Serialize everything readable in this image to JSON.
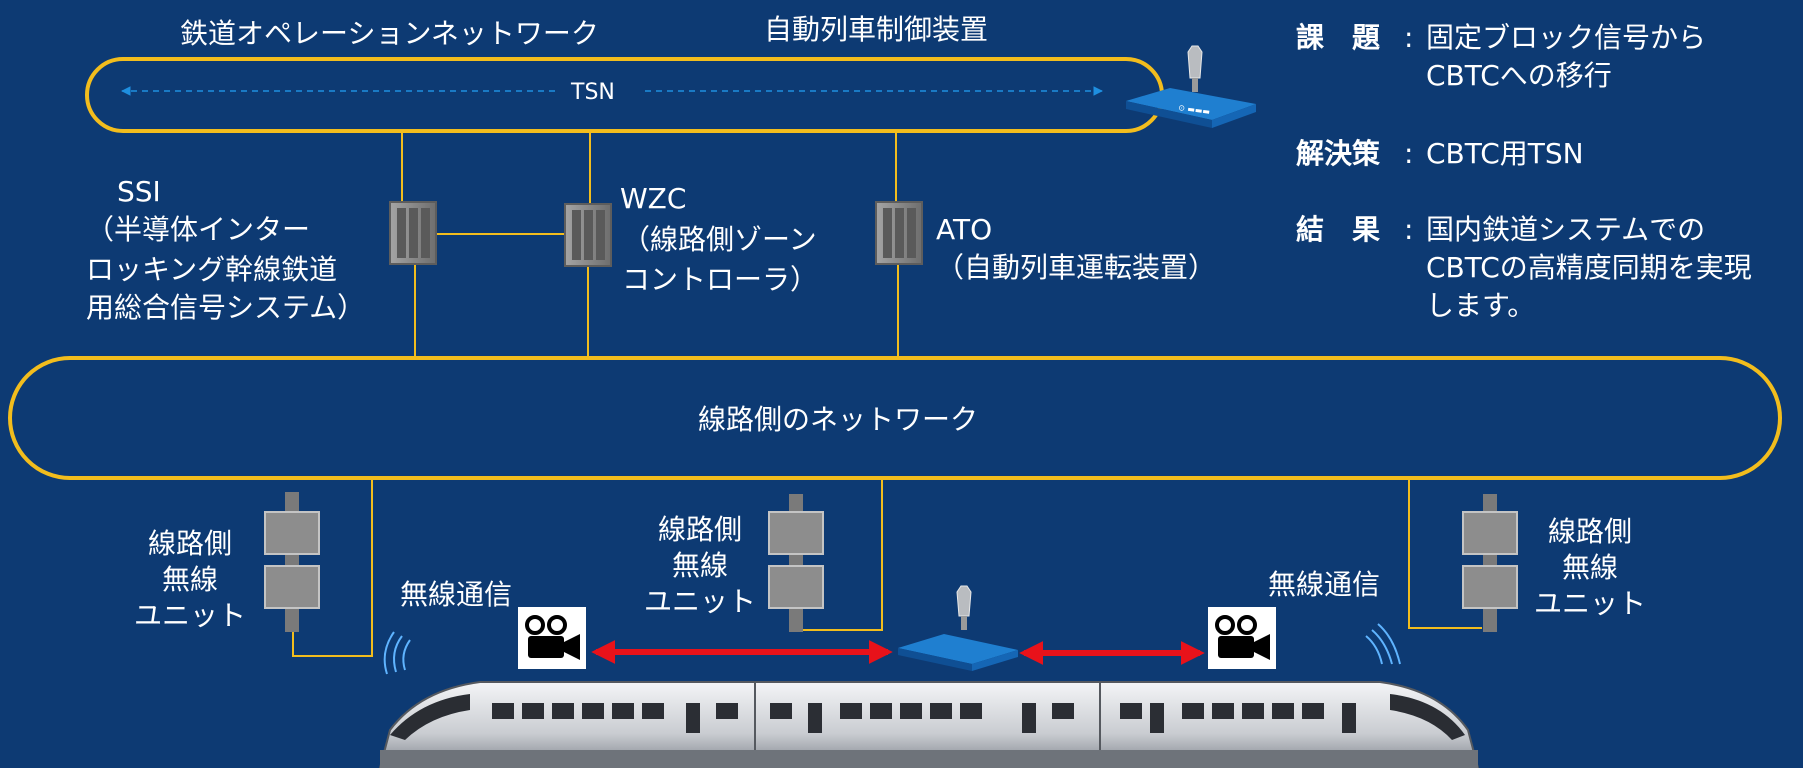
{
  "title_ops_network": "鉄道オペレーションネットワーク",
  "title_atc": "自動列車制御装置",
  "tsn_label": "TSN",
  "trackside_network_label": "線路側のネットワーク",
  "nodes": {
    "ssi": {
      "name": "SSI",
      "desc": [
        "（半導体インター",
        "ロッキング幹線鉄道",
        "用総合信号システム）"
      ]
    },
    "wzc": {
      "name": "WZC",
      "desc": [
        "（線路側ゾーン",
        "コントローラ）"
      ]
    },
    "ato": {
      "name": "ATO",
      "desc": [
        "（自動列車運転装置）"
      ]
    }
  },
  "radio_units": [
    [
      "線路側",
      "無線",
      "ユニット"
    ],
    [
      "線路側",
      "無線",
      "ユニット"
    ],
    [
      "線路側",
      "無線",
      "ユニット"
    ]
  ],
  "wireless_labels": [
    "無線通信",
    "無線通信"
  ],
  "info": [
    {
      "key": "課　題",
      "colon": ":",
      "value": [
        "固定ブロック信号から",
        "CBTCへの移行"
      ]
    },
    {
      "key": "解決策",
      "colon": ":",
      "value": [
        "CBTC用TSN"
      ]
    },
    {
      "key": "結　果",
      "colon": ":",
      "value": [
        "国内鉄道システムでの",
        "CBTCの高精度同期を実現",
        "します。"
      ]
    }
  ],
  "colors": {
    "background": "#0d3a73",
    "ring": "#f2bd1d",
    "tsn_arrow": "#1e8fe0",
    "red_link": "#e8121a",
    "device_gray": "#8d8d8d"
  },
  "icons": [
    "switch-icon",
    "antenna-icon",
    "camera-icon",
    "train-icon",
    "signal-wave-icon"
  ]
}
